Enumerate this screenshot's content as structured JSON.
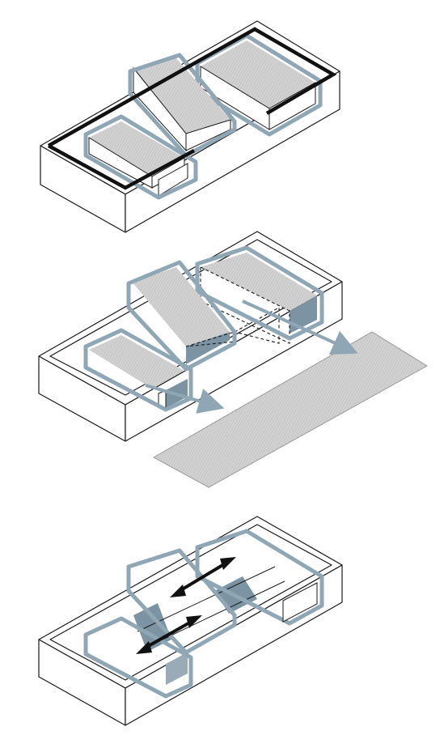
{
  "figure": {
    "description_free": true
  },
  "colors": {
    "outline_accent": "#8fa6b4",
    "roof_fill": "#cfcfcf",
    "wall_accent": "#7b93a3",
    "plane_fill": "#d8d8d8",
    "line": "#1a1a1a",
    "movement_arrow": "#111111"
  },
  "panels": [
    {
      "id": "panel-1",
      "elements": [
        "site-box",
        "volume-a",
        "volume-b",
        "volume-c",
        "boundary-outline"
      ]
    },
    {
      "id": "panel-2",
      "elements": [
        "site-box",
        "volume-a",
        "volume-b",
        "volume-c",
        "extrusion-arrows",
        "ground-plane"
      ]
    },
    {
      "id": "panel-3",
      "elements": [
        "site-box",
        "volume-outlines",
        "double-arrows"
      ]
    }
  ]
}
